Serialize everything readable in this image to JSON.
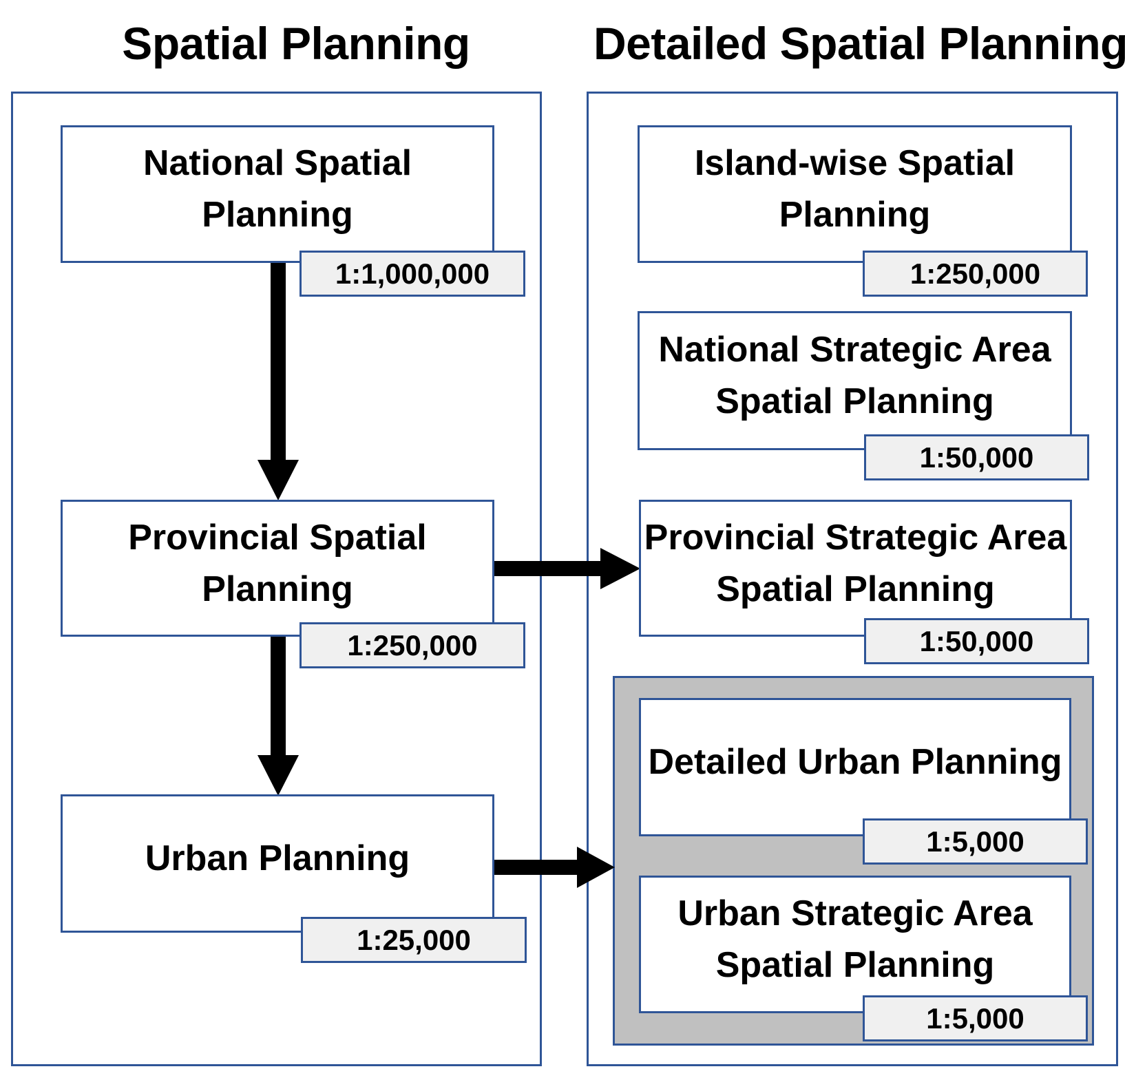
{
  "headers": {
    "left": "Spatial Planning",
    "right": "Detailed Spatial Planning"
  },
  "left_boxes": [
    {
      "label": "National Spatial Planning",
      "scale": "1:1,000,000"
    },
    {
      "label": "Provincial Spatial Planning",
      "scale": "1:250,000"
    },
    {
      "label": "Urban Planning",
      "scale": "1:25,000"
    }
  ],
  "right_boxes": [
    {
      "label": "Island-wise Spatial Planning",
      "scale": "1:250,000"
    },
    {
      "label": "National Strategic Area Spatial Planning",
      "scale": "1:50,000"
    },
    {
      "label": "Provincial Strategic Area Spatial Planning",
      "scale": "1:50,000"
    },
    {
      "label": "Detailed Urban Planning",
      "scale": "1:5,000"
    },
    {
      "label": "Urban Strategic Area Spatial Planning",
      "scale": "1:5,000"
    }
  ],
  "colors": {
    "border": "#2f5597",
    "scale_fill": "#f0f0f0",
    "group_fill": "#c0c0c0",
    "arrow": "#000000"
  }
}
